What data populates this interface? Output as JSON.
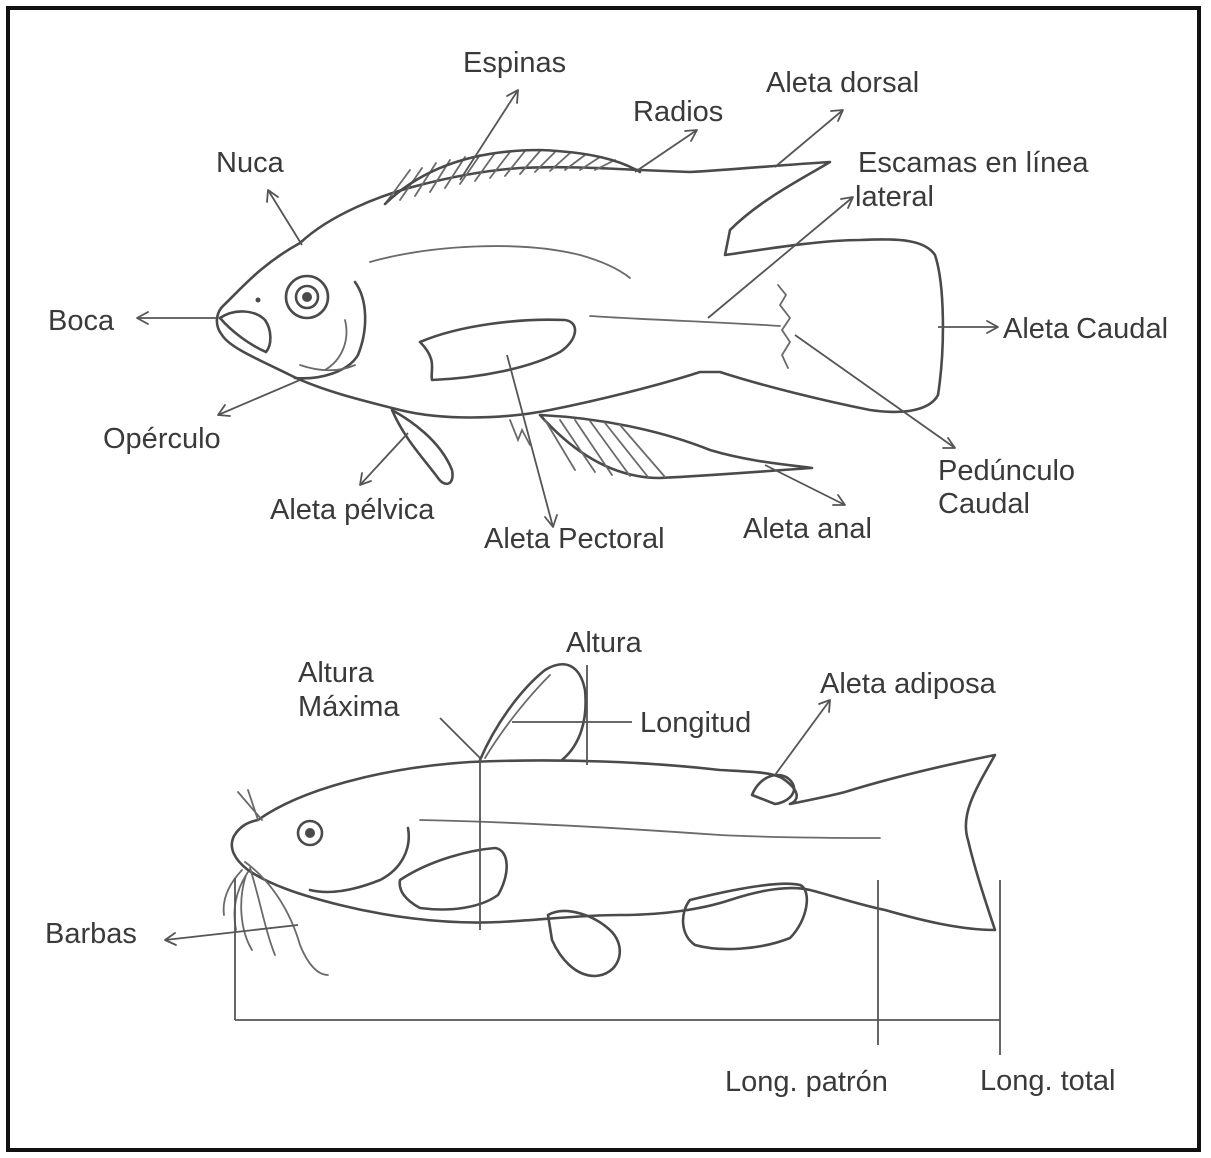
{
  "colors": {
    "frame": "#111111",
    "ink": "#4a4a4a",
    "label": "#3a3a3a",
    "background": "#ffffff"
  },
  "tilapia": {
    "espinas": "Espinas",
    "radios": "Radios",
    "aleta_dorsal": "Aleta dorsal",
    "nuca": "Nuca",
    "escamas_line1": "Escamas en línea",
    "escamas_line2": "lateral",
    "boca": "Boca",
    "aleta_caudal_main": "Aleta",
    "aleta_caudal_small": "Caudal",
    "operculo": "Opérculo",
    "pedunculo_line1": "Pedúnculo",
    "pedunculo_line2": "Caudal",
    "aleta_pelvica": "Aleta pélvica",
    "aleta_pectoral": "Aleta Pectoral",
    "aleta_anal": "Aleta anal"
  },
  "catfish": {
    "altura": "Altura",
    "altura_maxima_line1": "Altura",
    "altura_maxima_line2": "Máxima",
    "longitud": "Longitud",
    "aleta_adiposa": "Aleta adiposa",
    "barbas": "Barbas",
    "long_patron": "Long. patrón",
    "long_total": "Long. total"
  }
}
